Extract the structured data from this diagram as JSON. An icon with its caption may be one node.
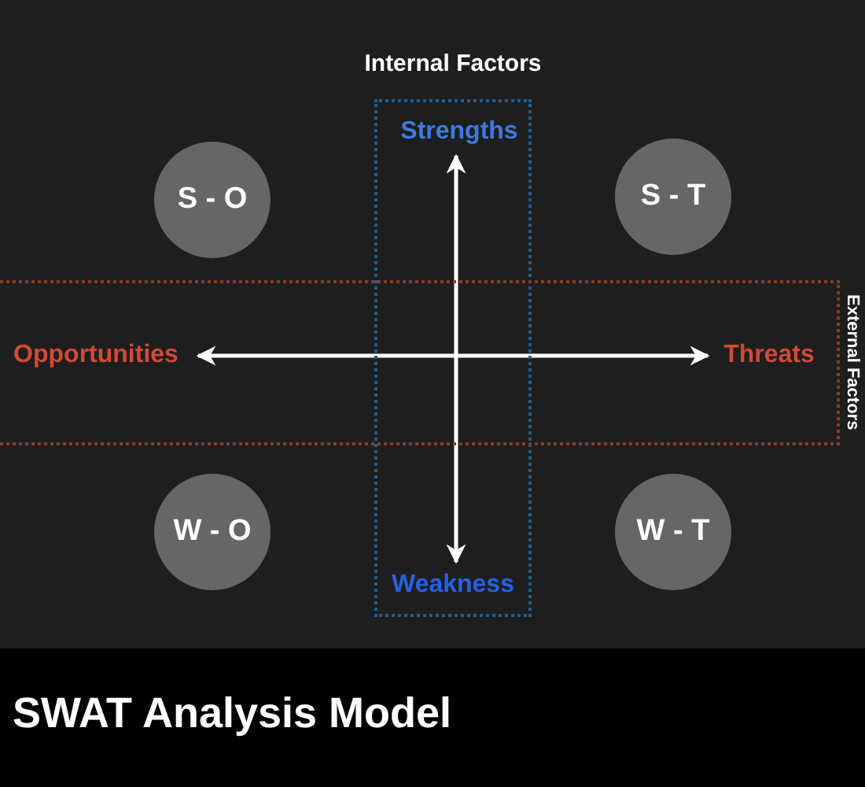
{
  "diagram": {
    "title": "SWAT Analysis Model",
    "nodes": [
      {
        "text": [
          "Internal Factors"
        ]
      },
      {
        "text": [
          "Strengths"
        ],
        "in": 0
      },
      {
        "text": [
          "Weakness"
        ],
        "in": 0
      },
      {
        "text": [
          "External Factors"
        ]
      },
      {
        "text": [
          "Opportunities"
        ],
        "in": 3
      },
      {
        "text": [
          "Threats"
        ],
        "in": 3
      },
      {
        "text": [
          "S - O"
        ]
      },
      {
        "text": [
          "S - T"
        ]
      },
      {
        "text": [
          "W - O"
        ]
      },
      {
        "text": [
          "W - T"
        ]
      }
    ],
    "edges": [
      {
        "from": 1,
        "to": 2,
        "arrow": "both"
      },
      {
        "from": 4,
        "to": 5,
        "arrow": "both"
      }
    ]
  }
}
